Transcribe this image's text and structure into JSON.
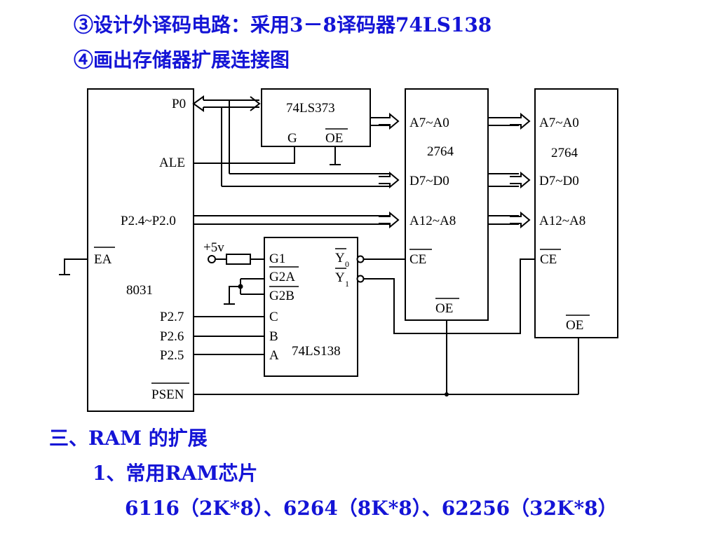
{
  "headings": {
    "step3": "③设计外译码电路：采用3－8译码器74LS138",
    "step4": "④画出存储器扩展连接图",
    "section": "三、RAM 的扩展",
    "subsection": "1、常用RAM芯片",
    "chips_list": "6116（2K*8）、6264（8K*8）、62256（32K*8）"
  },
  "diagram": {
    "cpu": {
      "name": "8031",
      "p0": "P0",
      "ale": "ALE",
      "p2_high": "P2.4~P2.0",
      "ea": "EA",
      "p27": "P2.7",
      "p26": "P2.6",
      "p25": "P2.5",
      "psen": "PSEN"
    },
    "latch": {
      "name": "74LS373",
      "g": "G",
      "oe": "OE"
    },
    "eprom1": {
      "name": "2764",
      "addr_low": "A7~A0",
      "data": "D7~D0",
      "addr_high": "A12~A8",
      "ce": "CE",
      "oe": "OE"
    },
    "eprom2": {
      "name": "2764",
      "addr_low": "A7~A0",
      "data": "D7~D0",
      "addr_high": "A12~A8",
      "ce": "CE",
      "oe": "OE"
    },
    "decoder": {
      "name": "74LS138",
      "g1": "G1",
      "g2a": "G2A",
      "g2b": "G2B",
      "c": "C",
      "b": "B",
      "a": "A",
      "y0": "Y",
      "y0_sub": "0",
      "y1": "Y",
      "y1_sub": "1"
    },
    "power": "+5v"
  },
  "colors": {
    "heading": "#1414d6",
    "line": "#000000"
  }
}
